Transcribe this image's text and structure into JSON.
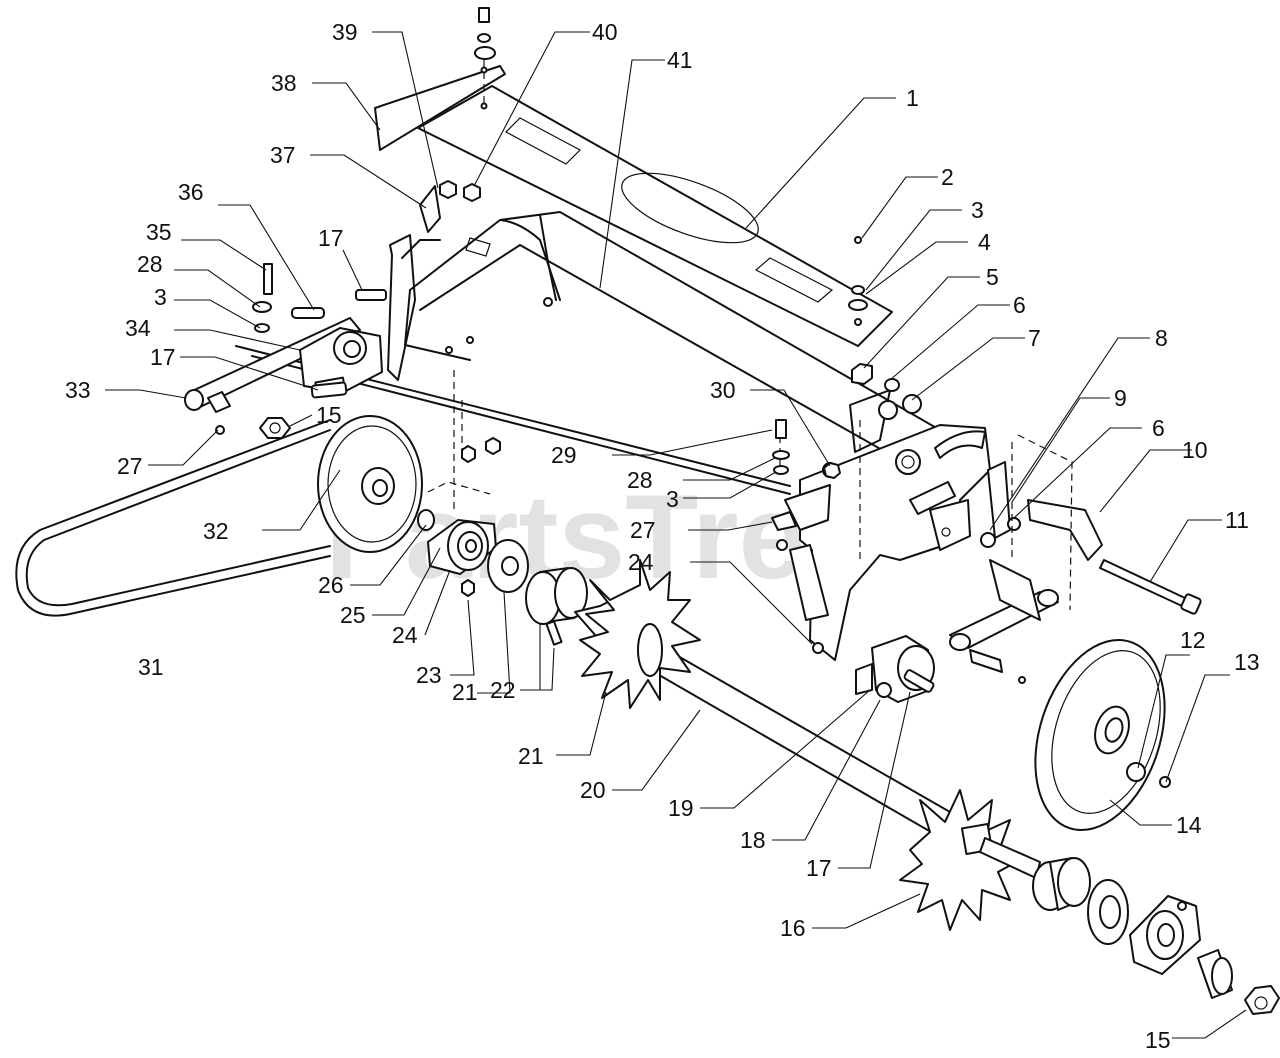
{
  "watermark": {
    "text": "PartsTree",
    "mark": "™"
  },
  "callouts": {
    "c1": "1",
    "c2": "2",
    "c3a": "3",
    "c3b": "3",
    "c3c": "3",
    "c4": "4",
    "c5": "5",
    "c6a": "6",
    "c6b": "6",
    "c7": "7",
    "c8": "8",
    "c9": "9",
    "c10": "10",
    "c11": "11",
    "c12": "12",
    "c13": "13",
    "c14": "14",
    "c15a": "15",
    "c15b": "15",
    "c16": "16",
    "c17a": "17",
    "c17b": "17",
    "c17c": "17",
    "c18": "18",
    "c19": "19",
    "c20": "20",
    "c21a": "21",
    "c21b": "21",
    "c22": "22",
    "c23": "23",
    "c24a": "24",
    "c24b": "24",
    "c25": "25",
    "c26": "26",
    "c27a": "27",
    "c27b": "27",
    "c28a": "28",
    "c28b": "28",
    "c29": "29",
    "c30": "30",
    "c31": "31",
    "c32": "32",
    "c33": "33",
    "c34": "34",
    "c35": "35",
    "c36": "36",
    "c37": "37",
    "c38": "38",
    "c39": "39",
    "c40": "40",
    "c41": "41"
  }
}
